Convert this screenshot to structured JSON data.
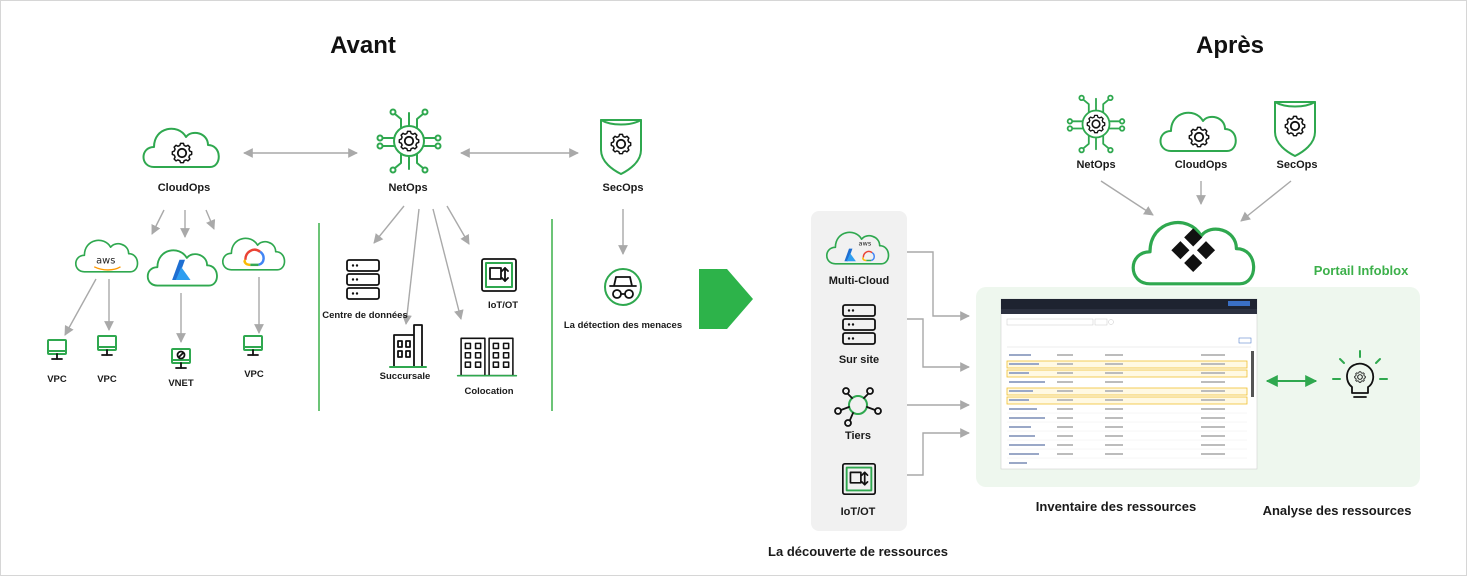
{
  "before": {
    "title": "Avant",
    "cloudops": "CloudOps",
    "netops": "NetOps",
    "secops": "SecOps",
    "vpc1": "VPC",
    "vpc2": "VPC",
    "vnet": "VNET",
    "vpc3": "VPC",
    "datacenter": "Centre de données",
    "branch": "Succursale",
    "iot": "IoT/OT",
    "colocation": "Colocation",
    "threat": "La détection des menaces"
  },
  "after": {
    "title": "Après",
    "netops": "NetOps",
    "cloudops": "CloudOps",
    "secops": "SecOps",
    "portal": "Portail Infoblox",
    "inventory": "Inventaire des ressources",
    "analysis": "Analyse des ressources"
  },
  "discovery": {
    "multicloud": "Multi-Cloud",
    "onsite": "Sur site",
    "third": "Tiers",
    "iot": "IoT/OT",
    "title": "La découverte de ressources"
  },
  "aws_text": "aws",
  "colors": {
    "green": "#2fa84f",
    "arrow": "#a9a9a9",
    "panel": "#eef7ee",
    "discovery_bg": "#f1f1f1"
  }
}
